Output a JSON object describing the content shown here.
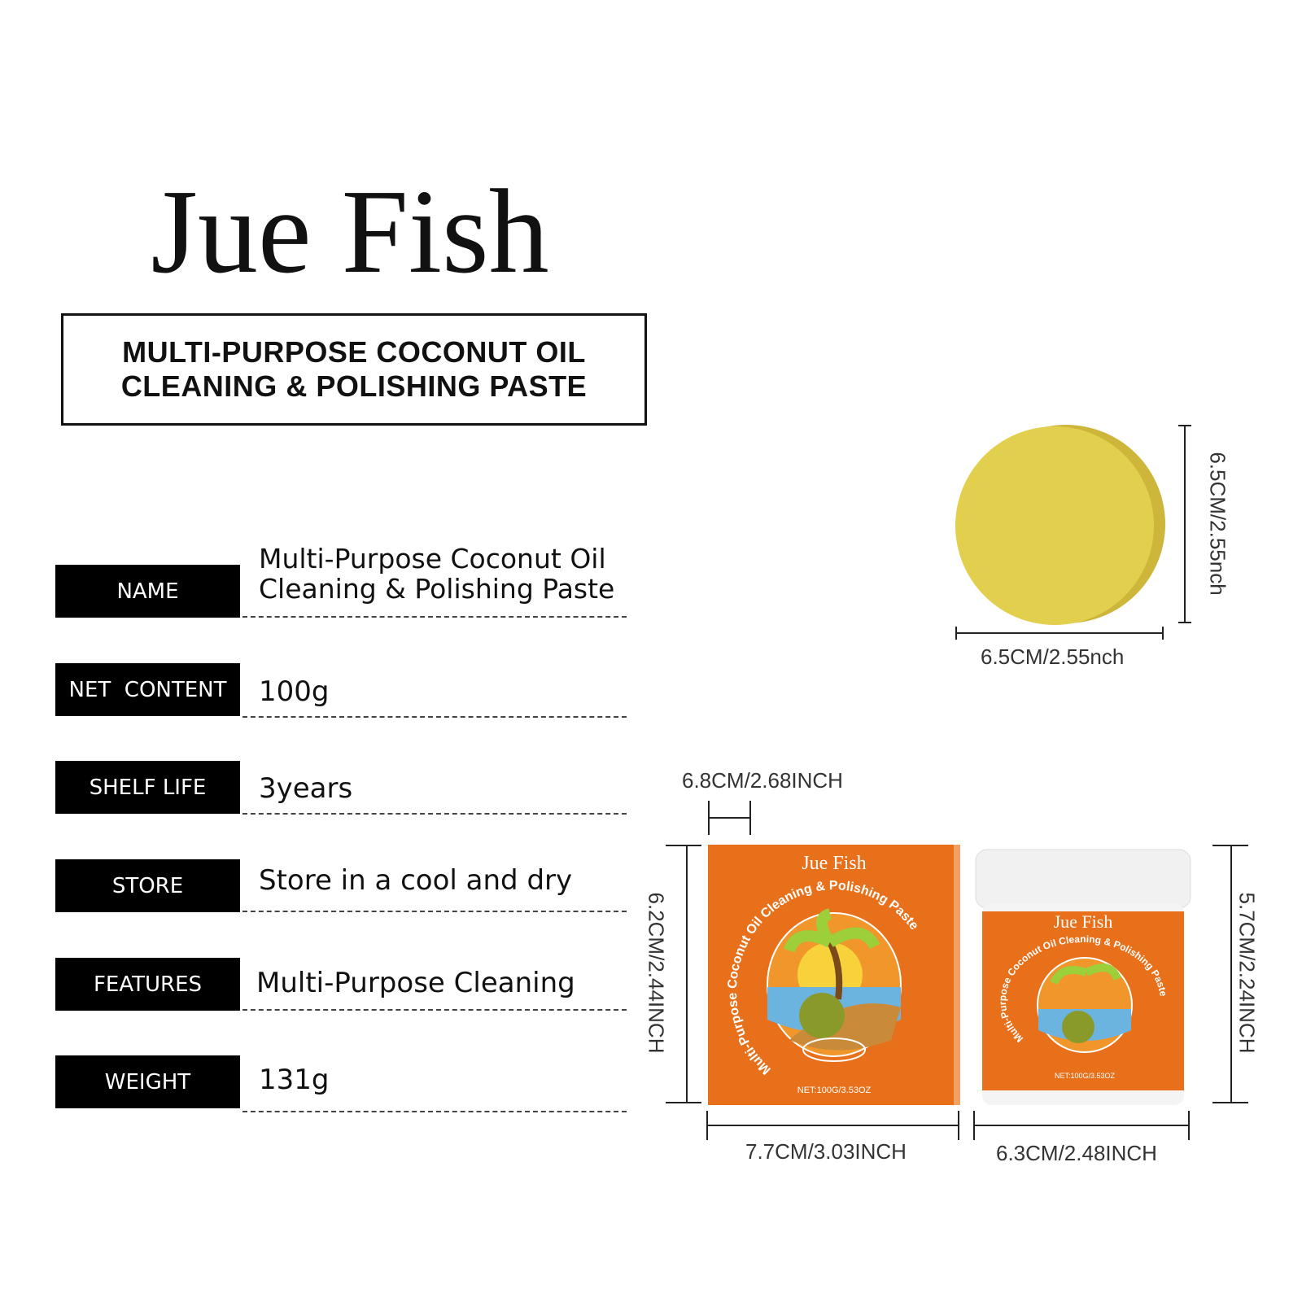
{
  "brand": "Jue Fish",
  "title_box": {
    "line1": "MULTI-PURPOSE COCONUT OIL",
    "line2": "CLEANING & POLISHING PASTE"
  },
  "specs": [
    {
      "label": "NAME",
      "value": "Multi-Purpose Coconut Oil",
      "value2": "Cleaning & Polishing Paste"
    },
    {
      "label": "NET  CONTENT",
      "value": "100g"
    },
    {
      "label": "SHELF LIFE",
      "value": "3years"
    },
    {
      "label": "STORE",
      "value": "Store in a cool and dry"
    },
    {
      "label": "FEATURES",
      "value": "Multi-Purpose Cleaning"
    },
    {
      "label": "WEIGHT",
      "value": "131g"
    }
  ],
  "sponge": {
    "width_label": "6.5CM/2.55nch",
    "height_label": "6.5CM/2.55nch",
    "color": "#e2cf4e"
  },
  "box": {
    "depth_label": "6.8CM/2.68INCH",
    "height_label": "6.2CM/2.44INCH",
    "width_label": "7.7CM/3.03INCH"
  },
  "jar": {
    "width_label": "6.3CM/2.48INCH",
    "height_label": "5.7CM/2.24INCH"
  },
  "packaging": {
    "brand": "Jue Fish",
    "arc_text": "Multi-Purpose Coconut Oil Cleaning & Polishing Paste",
    "net": "NET:100G/3.53OZ",
    "color": "#e8701a"
  }
}
